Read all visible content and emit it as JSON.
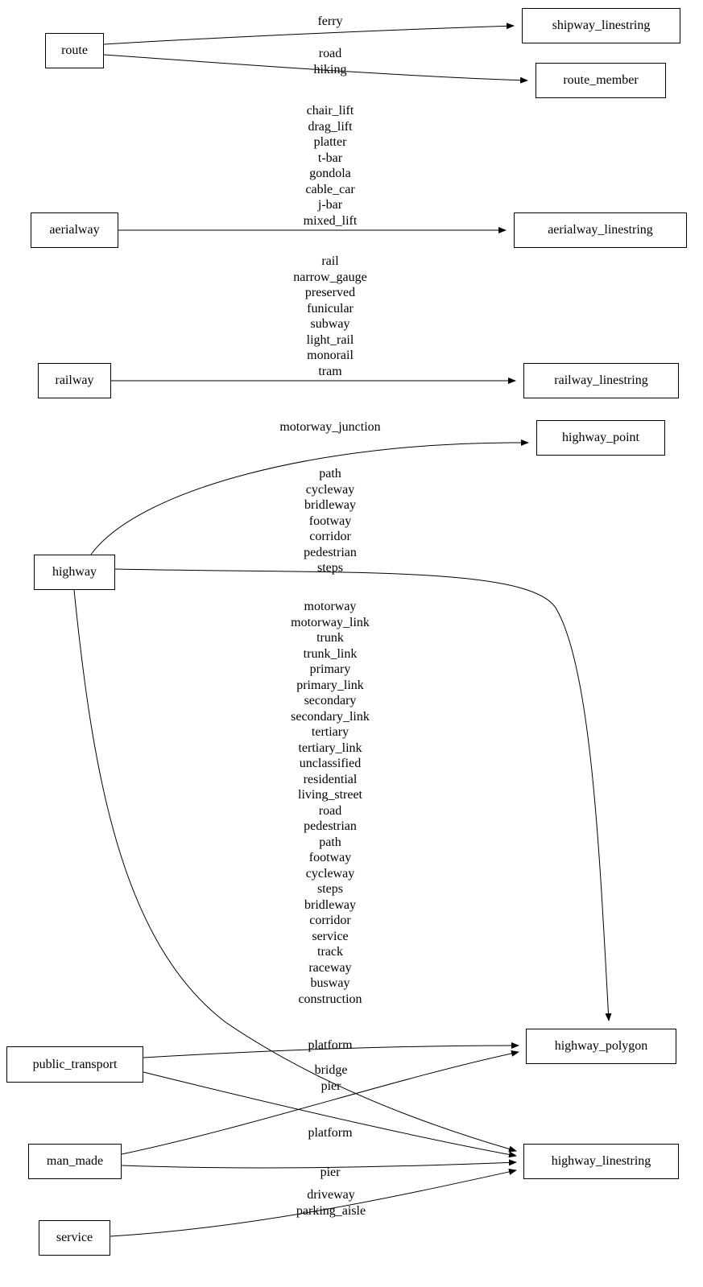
{
  "diagram": {
    "nodes": {
      "route": {
        "label": "route"
      },
      "aerialway": {
        "label": "aerialway"
      },
      "railway": {
        "label": "railway"
      },
      "highway": {
        "label": "highway"
      },
      "public_transport": {
        "label": "public_transport"
      },
      "man_made": {
        "label": "man_made"
      },
      "service": {
        "label": "service"
      },
      "shipway_linestring": {
        "label": "shipway_linestring"
      },
      "route_member": {
        "label": "route_member"
      },
      "aerialway_linestring": {
        "label": "aerialway_linestring"
      },
      "railway_linestring": {
        "label": "railway_linestring"
      },
      "highway_point": {
        "label": "highway_point"
      },
      "highway_polygon": {
        "label": "highway_polygon"
      },
      "highway_linestring": {
        "label": "highway_linestring"
      }
    },
    "edge_labels": {
      "route_to_shipway": "ferry",
      "route_to_route_member": "road\nhiking",
      "aerialway_to_linestring": "chair_lift\ndrag_lift\nplatter\nt-bar\ngondola\ncable_car\nj-bar\nmixed_lift",
      "railway_to_linestring": "rail\nnarrow_gauge\npreserved\nfunicular\nsubway\nlight_rail\nmonorail\ntram",
      "highway_to_point": "motorway_junction",
      "highway_to_polygon": "path\ncycleway\nbridleway\nfootway\ncorridor\npedestrian\nsteps",
      "highway_to_linestring": "motorway\nmotorway_link\ntrunk\ntrunk_link\nprimary\nprimary_link\nsecondary\nsecondary_link\ntertiary\ntertiary_link\nunclassified\nresidential\nliving_street\nroad\npedestrian\npath\nfootway\ncycleway\nsteps\nbridleway\ncorridor\nservice\ntrack\nraceway\nbusway\nconstruction",
      "public_transport_to_polygon": "platform",
      "man_made_to_polygon": "bridge\npier",
      "public_transport_to_linestring": "platform",
      "man_made_to_linestring": "pier",
      "service_to_linestring": "driveway\nparking_aisle"
    },
    "colors": {
      "stroke": "#000000",
      "background": "#ffffff"
    }
  }
}
